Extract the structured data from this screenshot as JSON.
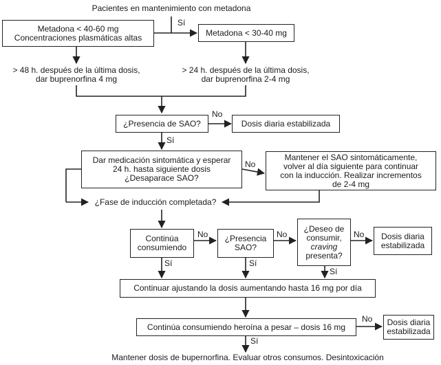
{
  "diagram": {
    "start": "Pacientes en mantenimiento con metadona",
    "box_methadone_high": "Metadona < 40-60 mg\nConcentraciones plasmáticas altas",
    "box_methadone_low": "Metadona < 30-40 mg",
    "text_wait_48h": "> 48 h. después de la última dosis,\ndar buprenorfina 4 mg",
    "text_wait_24h": "> 24 h. después de la última dosis,\ndar buprenorfina 2-4 mg",
    "box_sao_presence_1": "¿Presencia de SAO?",
    "box_stable_1": "Dosis diaria estabilizada",
    "box_symptomatic_meds": "Dar medicación sintomática y esperar\n24 h. hasta siguiente dosis\n¿Desaparace SAO?",
    "box_maintain_sao": "Mantener el SAO sintomáticamente,\nvolver al día siguiente para continuar\ncon la inducción. Realizar incrementos\nde 2-4 mg",
    "text_induction_complete": "¿Fase de inducción completada?",
    "box_continues_consuming": "Continúa\nconsumiendo",
    "box_sao_presence_2": "¿Presencia\nSAO?",
    "box_craving_line1": "¿Deseo de",
    "box_craving_line2": "consumir,",
    "box_craving_italic": "craving",
    "box_craving_line4": "presenta?",
    "box_stable_2": "Dosis diaria\nestabilizada",
    "box_adjust_dose": "Continuar ajustando la dosis aumentando hasta 16 mg por día",
    "box_heroin": "Continúa consumiendo heroína a pesar – dosis 16 mg",
    "box_stable_3": "Dosis diaria\nestabilizada",
    "end": "Mantener dosis de bupernorfina. Evaluar otros consumos. Desintoxicación",
    "yes": "Sí",
    "no": "No"
  }
}
